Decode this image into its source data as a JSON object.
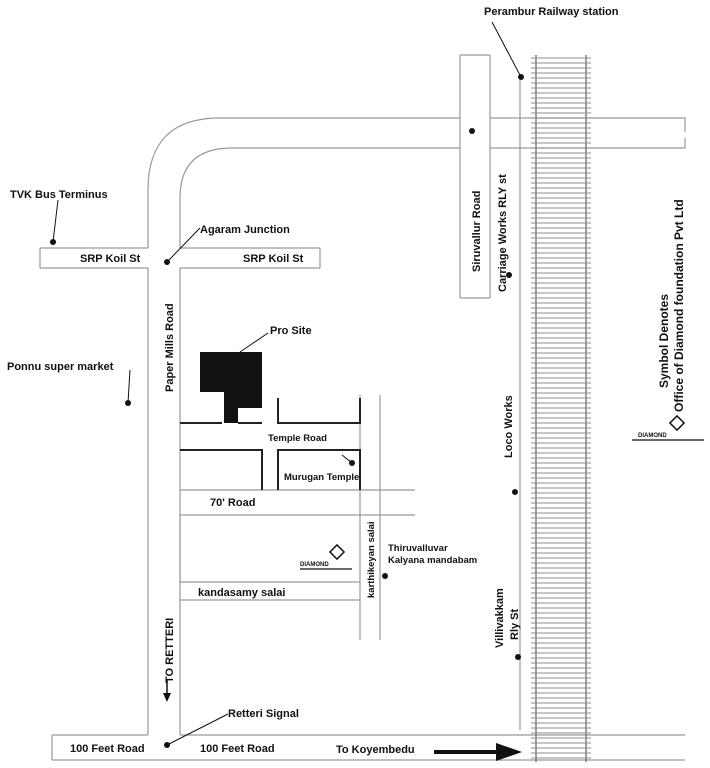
{
  "landmarks": {
    "perambur_station": "Perambur Railway station",
    "tvk_bus_terminus": "TVK Bus Terminus",
    "agaram_junction": "Agaram Junction",
    "pro_site": "Pro Site",
    "ponnu_super_market": "Ponnu super market",
    "murugan_temple": "Murugan Temple",
    "thiruvalluvar_line1": "Thiruvalluvar",
    "thiruvalluvar_line2": "Kalyana mandabam",
    "retteri_signal": "Retteri Signal",
    "loco_works": "Loco Works"
  },
  "roads": {
    "srp_koil_west": "SRP Koil St",
    "srp_koil_east": "SRP Koil St",
    "paper_mills": "Paper Mills Road",
    "temple_road": "Temple Road",
    "seventy_road": "70' Road",
    "kandasamy": "kandasamy salai",
    "karthikeyan": "karthikeyan salai",
    "siruvallur": "Siruvallur Road",
    "carriage_works": "Carriage Works RLY st",
    "villivakkam_line1": "Villivakkam",
    "villivakkam_line2": "Rly St",
    "hundred_feet_west": "100 Feet Road",
    "hundred_feet_east": "100 Feet Road"
  },
  "directions": {
    "to_retteri": "TO RETTERI",
    "to_koyembedu": "To Koyembedu"
  },
  "legend": {
    "line1": "Symbol Denotes",
    "line2": "Office of Diamond foundation Pvt Ltd",
    "logo_text": "DIAMOND"
  }
}
